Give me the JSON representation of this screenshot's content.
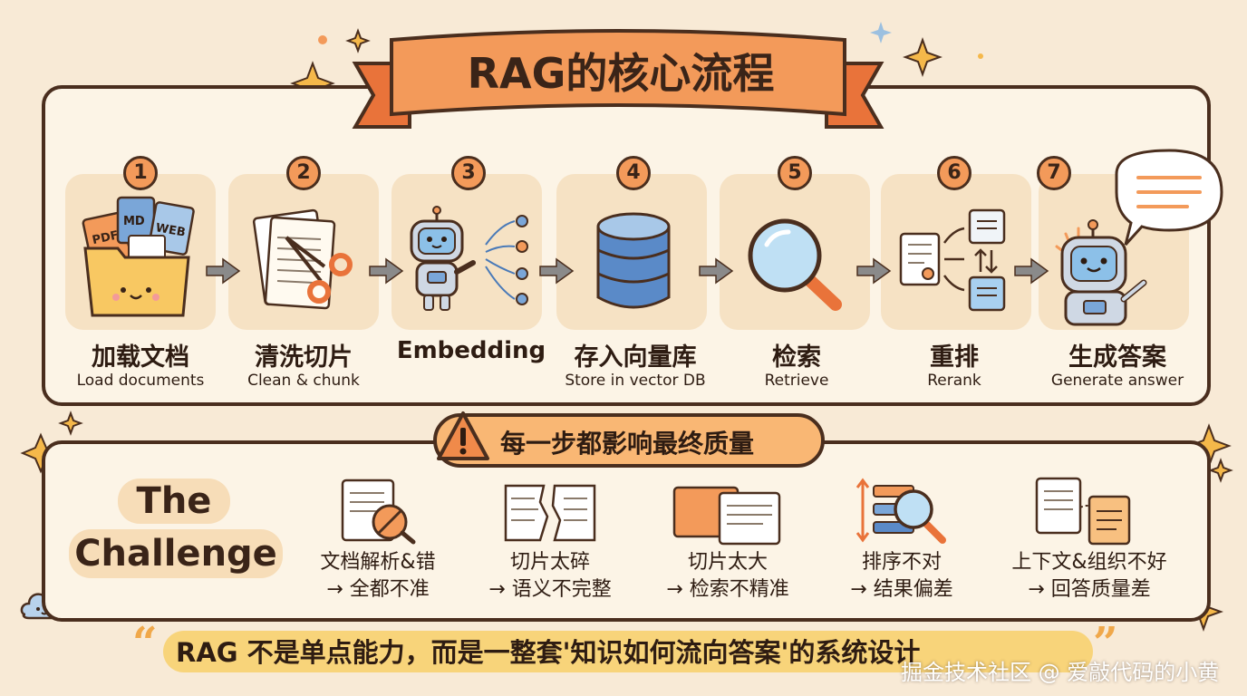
{
  "title": "RAG的核心流程",
  "steps": [
    {
      "num": "1",
      "zh": "加载文档",
      "en": "Load documents",
      "icon_labels": [
        "PDF",
        "MD",
        "WEB"
      ]
    },
    {
      "num": "2",
      "zh": "清洗切片",
      "en": "Clean & chunk"
    },
    {
      "num": "3",
      "zh": "Embedding",
      "en": ""
    },
    {
      "num": "4",
      "zh": "存入向量库",
      "en": "Store in vector DB"
    },
    {
      "num": "5",
      "zh": "检索",
      "en": "Retrieve"
    },
    {
      "num": "6",
      "zh": "重排",
      "en": "Rerank"
    },
    {
      "num": "7",
      "zh": "生成答案",
      "en": "Generate answer"
    }
  ],
  "warning": "每一步都影响最终质量",
  "challenge": {
    "line1": "The",
    "line2": "Challenge"
  },
  "issues": [
    {
      "line1": "文档解析&错",
      "line2": "→ 全都不准"
    },
    {
      "line1": "切片太碎",
      "line2": "→ 语义不完整"
    },
    {
      "line1": "切片太大",
      "line2": "→ 检索不精准"
    },
    {
      "line1": "排序不对",
      "line2": "→ 结果偏差"
    },
    {
      "line1": "上下文&组织不好",
      "line2": "→ 回答质量差"
    }
  ],
  "quote": {
    "open": "“",
    "text": "RAG 不是单点能力，而是一整套'知识如何流向答案'的系统设计",
    "close": "”"
  },
  "watermark": "掘金技术社区 @ 爱敲代码的小黄",
  "colors": {
    "background": "#f8ead6",
    "outline": "#4a2e1e",
    "accent": "#f39a5a",
    "card": "#f6e2c4",
    "quote": "#f8d47a"
  }
}
